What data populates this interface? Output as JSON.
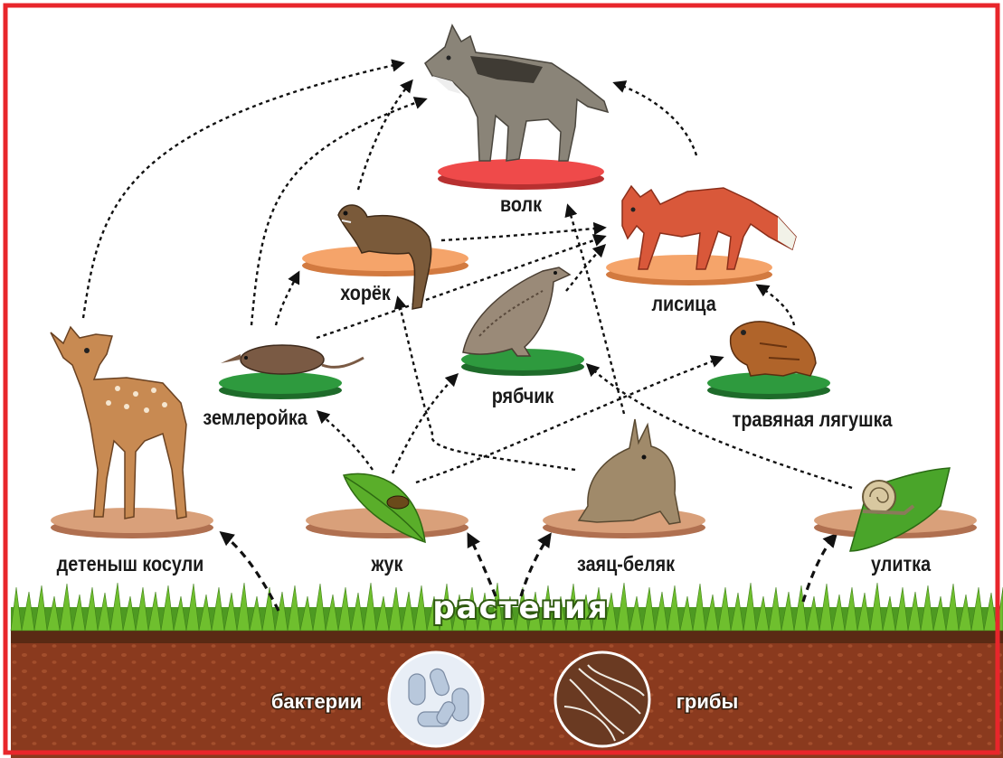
{
  "diagram": {
    "organisms": {
      "wolf": "волк",
      "fox": "лисица",
      "ferret": "хорёк",
      "shrew": "землеройка",
      "grouse": "рябчик",
      "frog": "травяная лягушка",
      "fawn": "детеныш косули",
      "beetle": "жук",
      "hare": "заяц-беляк",
      "snail": "улитка"
    },
    "plants": "растения",
    "decomposers": {
      "bacteria": "бактерии",
      "fungi": "грибы"
    },
    "colors": {
      "frame": "#e8262b",
      "top_predator_platform": "#ef4a4a",
      "predator_platform": "#f5a46a",
      "small_predator_platform": "#2e9a3e",
      "herbivore_platform": "#d9a07a",
      "soil": "#8a3a1e",
      "grass": "#4e9a22"
    }
  }
}
